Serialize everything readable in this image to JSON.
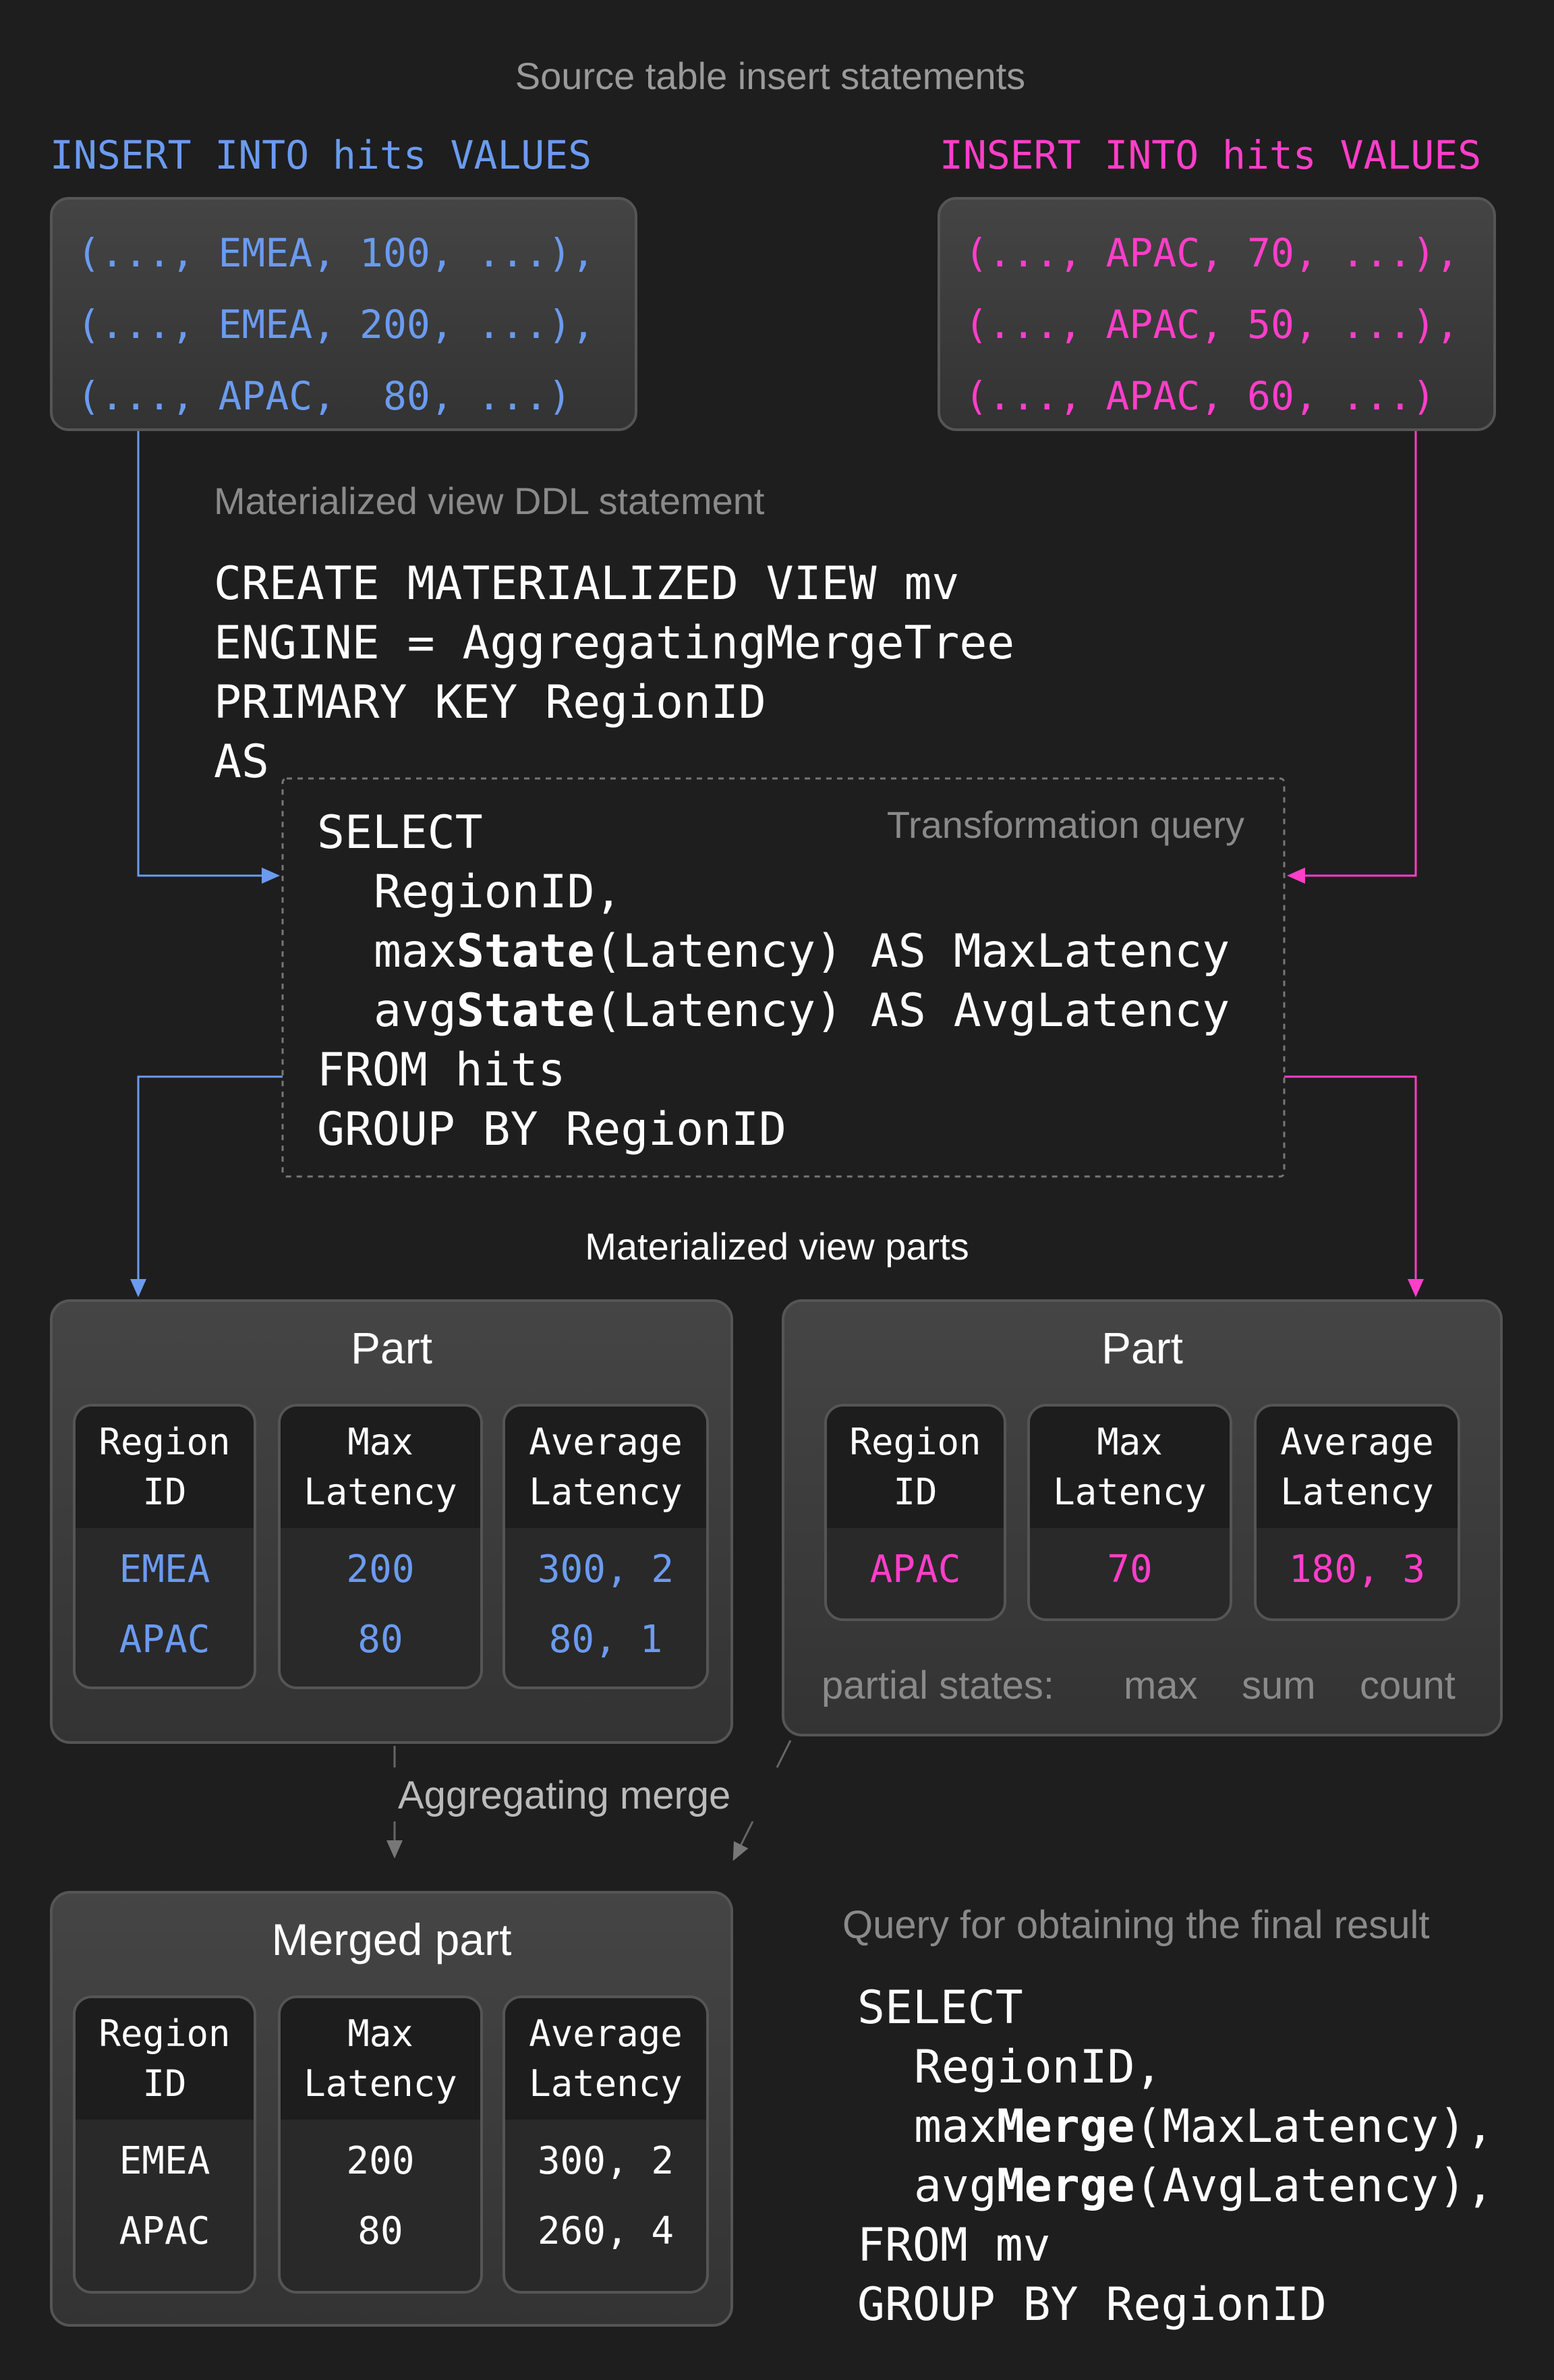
{
  "source_title": "Source table insert statements",
  "left_insert": {
    "heading": "INSERT INTO hits VALUES",
    "rows": [
      "(..., EMEA, 100, ...),",
      "(..., EMEA, 200, ...),",
      "(..., APAC,  80, ...)"
    ]
  },
  "right_insert": {
    "heading": "INSERT INTO hits VALUES",
    "rows": [
      "(..., APAC, 70, ...),",
      "(..., APAC, 50, ...),",
      "(..., APAC, 60, ...)"
    ]
  },
  "ddl": {
    "title": "Materialized view DDL statement",
    "lines": [
      "CREATE MATERIALIZED VIEW mv",
      "ENGINE = AggregatingMergeTree",
      "PRIMARY KEY RegionID",
      "AS"
    ]
  },
  "transform": {
    "label": "Transformation query",
    "select": "SELECT",
    "region": "RegionID,",
    "max_pre": "max",
    "max_bold": "State",
    "max_post": "(Latency) AS MaxLatency",
    "avg_pre": "avg",
    "avg_bold": "State",
    "avg_post": "(Latency) AS AvgLatency",
    "from": "FROM hits",
    "group": "GROUP BY RegionID"
  },
  "parts_title": "Materialized view parts",
  "columns": {
    "region": [
      "Region",
      "ID"
    ],
    "max": [
      "Max",
      "Latency"
    ],
    "avg": [
      "Average",
      "Latency"
    ]
  },
  "left_part": {
    "title": "Part",
    "region": [
      "EMEA",
      "APAC"
    ],
    "max": [
      "200",
      "80"
    ],
    "avg": [
      "300, 2",
      "80, 1"
    ]
  },
  "right_part": {
    "title": "Part",
    "region": [
      "APAC"
    ],
    "max": [
      "70"
    ],
    "avg": [
      "180, 3"
    ],
    "partial_label": "partial states:",
    "partial": [
      "max",
      "sum",
      "count"
    ]
  },
  "merge_label": "Aggregating merge",
  "merged_part": {
    "title": "Merged part",
    "region": [
      "EMEA",
      "APAC"
    ],
    "max": [
      "200",
      "80"
    ],
    "avg": [
      "300, 2",
      "260, 4"
    ]
  },
  "final_query": {
    "title": "Query for obtaining the final result",
    "select": "SELECT",
    "region": "RegionID,",
    "max_pre": "max",
    "max_bold": "Merge",
    "max_post": "(MaxLatency),",
    "avg_pre": "avg",
    "avg_bold": "Merge",
    "avg_post": "(AvgLatency),",
    "from": "FROM mv",
    "group": "GROUP BY RegionID"
  },
  "colors": {
    "background": "#1e1e1e",
    "blue": "#6b9bef",
    "pink": "#ff3ec9",
    "muted": "#8a8a8a"
  }
}
